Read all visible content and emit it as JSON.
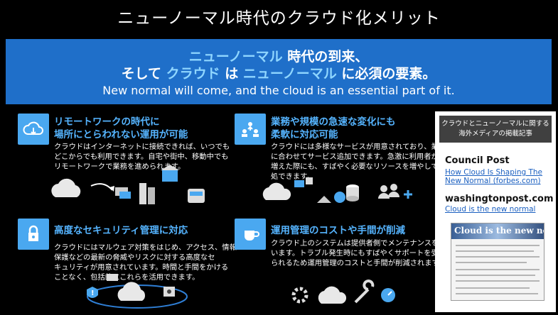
{
  "title": "ニューノーマル時代のクラウド化メリット",
  "banner": {
    "line1": [
      "ニューノーマル",
      " 時代の到来、"
    ],
    "line2": [
      "そして ",
      "クラウド",
      " は ",
      "ニューノーマル",
      " に必須の要素。"
    ],
    "english": "New normal will come, and the cloud is an essential part of it."
  },
  "features": [
    {
      "icon": "cloud-download-icon",
      "title": [
        "リモートワークの時代に",
        "場所にとらわれない運用が可能"
      ],
      "body": [
        "クラウドはインターネットに接続できれば、いつでも",
        "どこからでも利用できます。自宅や街中、移動中でも",
        "リモートワークで業務を進められます。"
      ]
    },
    {
      "icon": "users-expand-icon",
      "title": [
        "業務や規模の急速な変化にも",
        "柔軟に対応可能"
      ],
      "body": [
        "クラウドには多様なサービスが用意されており、業務",
        "に合わせてサービス追加できます。急激に利用者が",
        "増えた際にも、すばやく必要なリソースを増やして対",
        "処できます。"
      ]
    },
    {
      "icon": "lock-icon",
      "title": [
        "高度なセキュリティ管理に対応"
      ],
      "body": [
        "クラウドにはマルウェア対策をはじめ、アクセス、情報",
        "保護などの最新の脅威やリスクに対する高度なセ",
        "キュリティが用意されています。時間と手間をかける",
        "ことなく、包括的にこれらを活用できます。"
      ]
    },
    {
      "icon": "coffee-cup-icon",
      "title": [
        "運用管理のコストや手間が削減"
      ],
      "body": [
        "クラウド上のシステムは提供者側でメンテナンスを行",
        "います。トラブル発生時にもすばやくサポートを受け",
        "られるため運用管理のコストと手間が削減されます。"
      ]
    }
  ],
  "sidebar": {
    "header": [
      "クラウドとニューノーマルに関する",
      "海外メディアの掲載記事"
    ],
    "sources": [
      {
        "publisher": "Council Post",
        "link": [
          "How Cloud Is Shaping The",
          "New Normal (forbes.com)"
        ]
      },
      {
        "publisher": "washingtonpost.com",
        "link": [
          "Cloud is the new normal"
        ]
      }
    ],
    "article_title": "Cloud is the new normal"
  },
  "colors": {
    "banner": "#1f6fc9",
    "accent": "#55b4ff",
    "icon_bg": "#4aa8f0",
    "link": "#1a5fc0"
  }
}
